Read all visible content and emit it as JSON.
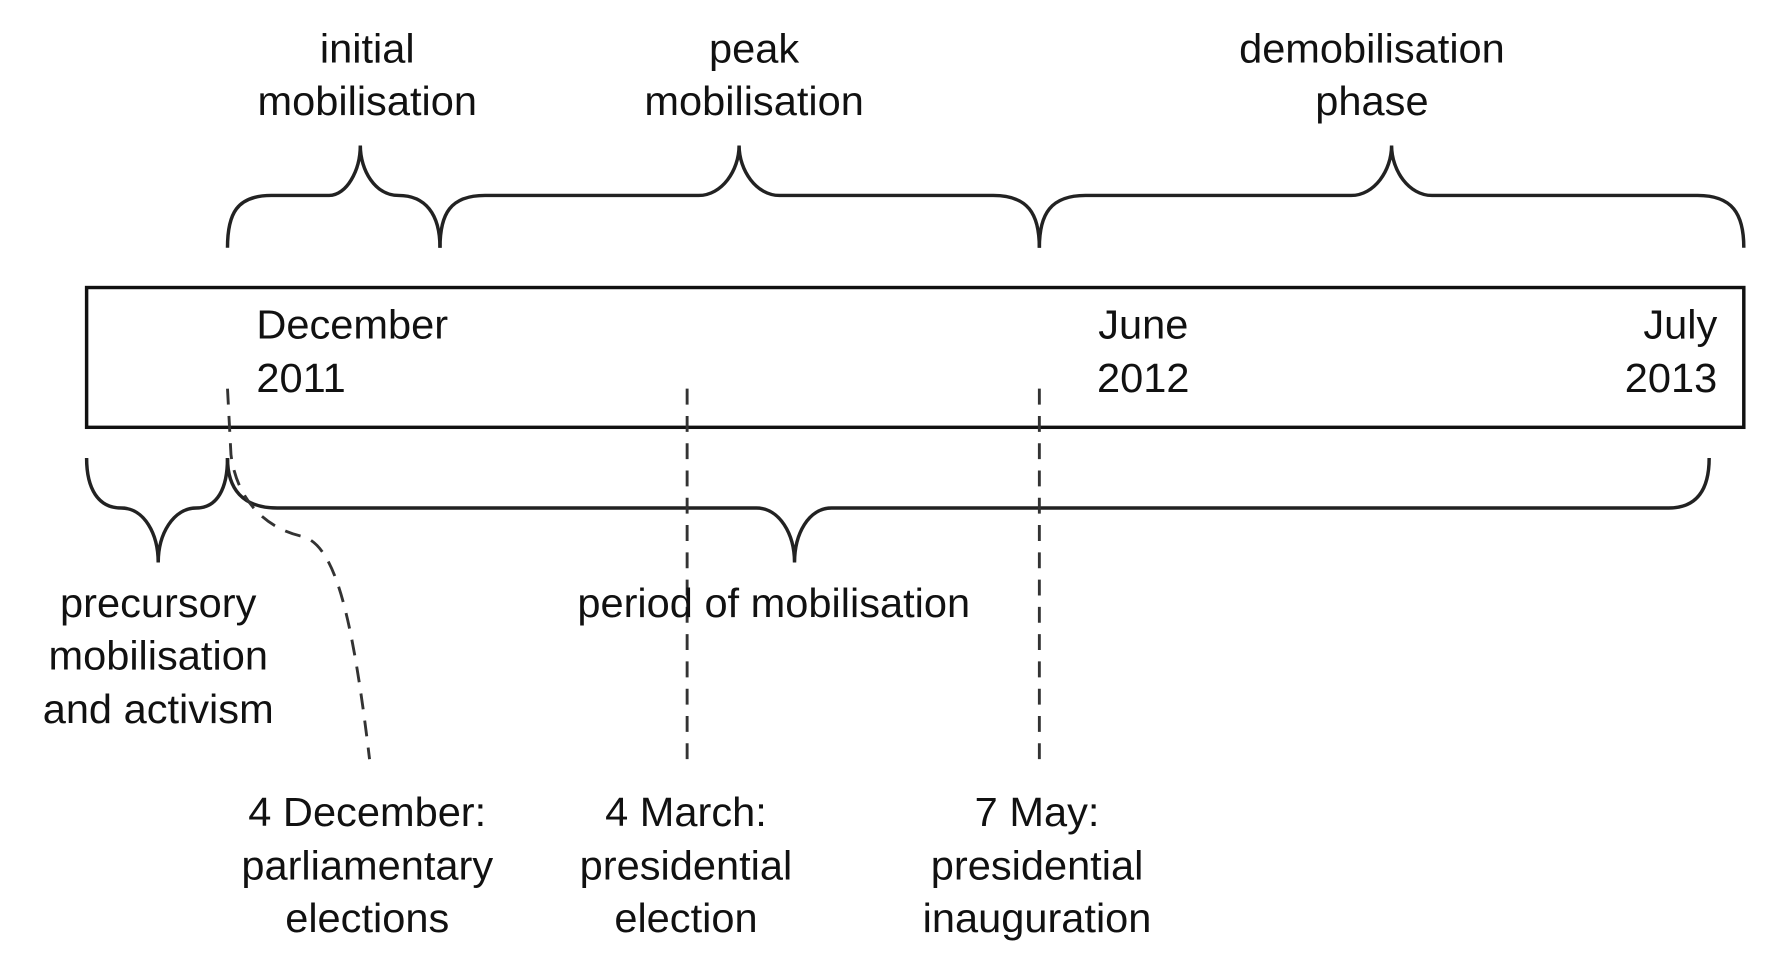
{
  "phases_top": [
    {
      "line1": "initial",
      "line2": "mobilisation"
    },
    {
      "line1": "peak",
      "line2": "mobilisation"
    },
    {
      "line1": "demobilisation",
      "line2": "phase"
    }
  ],
  "timeline": {
    "start": {
      "month": "December",
      "year": "2011"
    },
    "middle": {
      "month": "June",
      "year": "2012"
    },
    "end": {
      "month": "July",
      "year": "2013"
    }
  },
  "phases_bottom": {
    "precursory": {
      "line1": "precursory",
      "line2": "mobilisation",
      "line3": "and activism"
    },
    "period": "period of mobilisation"
  },
  "events": [
    {
      "line1": "4 December:",
      "line2": "parliamentary",
      "line3": "elections"
    },
    {
      "line1": "4 March:",
      "line2": "presidential",
      "line3": "election"
    },
    {
      "line1": "7 May:",
      "line2": "presidential",
      "line3": "inauguration"
    }
  ]
}
